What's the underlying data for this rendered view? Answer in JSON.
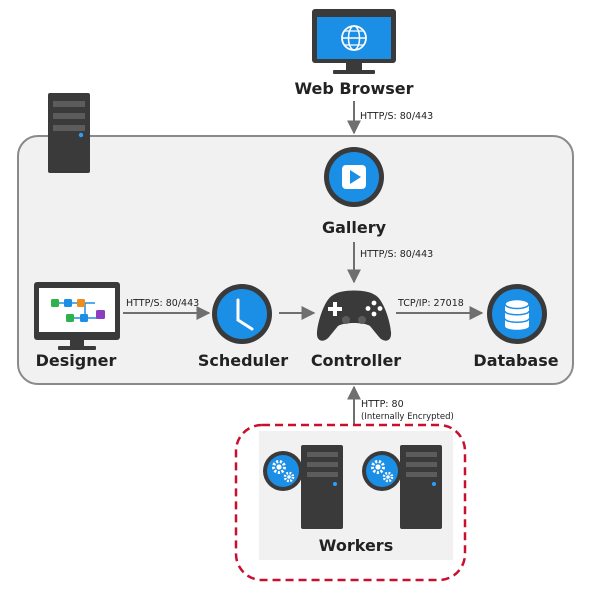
{
  "nodes": {
    "web_browser": "Web Browser",
    "gallery": "Gallery",
    "designer": "Designer",
    "scheduler": "Scheduler",
    "controller": "Controller",
    "database": "Database",
    "workers": "Workers"
  },
  "connections": {
    "browser_to_gallery": "HTTP/S: 80/443",
    "gallery_to_controller": "HTTP/S: 80/443",
    "designer_to_scheduler": "HTTP/S: 80/443",
    "controller_to_database": "TCP/IP: 27018",
    "workers_to_controller_1": "HTTP: 80",
    "workers_to_controller_2": "(Internally Encrypted)"
  },
  "colors": {
    "accent_blue": "#1b8ee6",
    "dark_gray": "#3a3a3a",
    "server_box_fill": "#f1f1f1",
    "server_box_stroke": "#8a8a8a",
    "workers_border": "#c8102e"
  },
  "icons": [
    "monitor-globe-icon",
    "server-tower-icon",
    "play-icon",
    "flow-monitor-icon",
    "clock-icon",
    "gamepad-icon",
    "database-icon",
    "gears-icon"
  ]
}
